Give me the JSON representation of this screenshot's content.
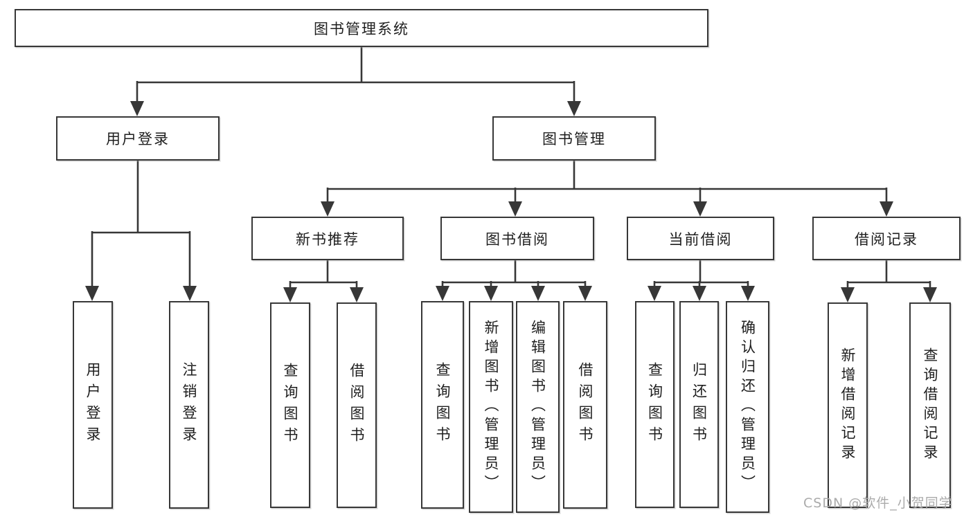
{
  "tree": {
    "label": "图书管理系统",
    "children": [
      {
        "label": "用户登录",
        "children": [
          {
            "label": "用户登录"
          },
          {
            "label": "注销登录"
          }
        ]
      },
      {
        "label": "图书管理",
        "children": [
          {
            "label": "新书推荐",
            "children": [
              {
                "label": "查询图书"
              },
              {
                "label": "借阅图书"
              }
            ]
          },
          {
            "label": "图书借阅",
            "children": [
              {
                "label": "查询图书"
              },
              {
                "label": "新增图书（管理员）"
              },
              {
                "label": "编辑图书（管理员）"
              },
              {
                "label": "借阅图书"
              }
            ]
          },
          {
            "label": "当前借阅",
            "children": [
              {
                "label": "查询图书"
              },
              {
                "label": "归还图书"
              },
              {
                "label": "确认归还（管理员）"
              }
            ]
          },
          {
            "label": "借阅记录",
            "children": [
              {
                "label": "新增借阅记录"
              },
              {
                "label": "查询借阅记录"
              }
            ]
          }
        ]
      }
    ]
  },
  "watermark": {
    "text": "CSDN @软件_小贺同学"
  },
  "colors": {
    "line": "#373737",
    "box_background": "#ffffff",
    "text": "#1e1e1e",
    "watermark": "#ababab"
  }
}
